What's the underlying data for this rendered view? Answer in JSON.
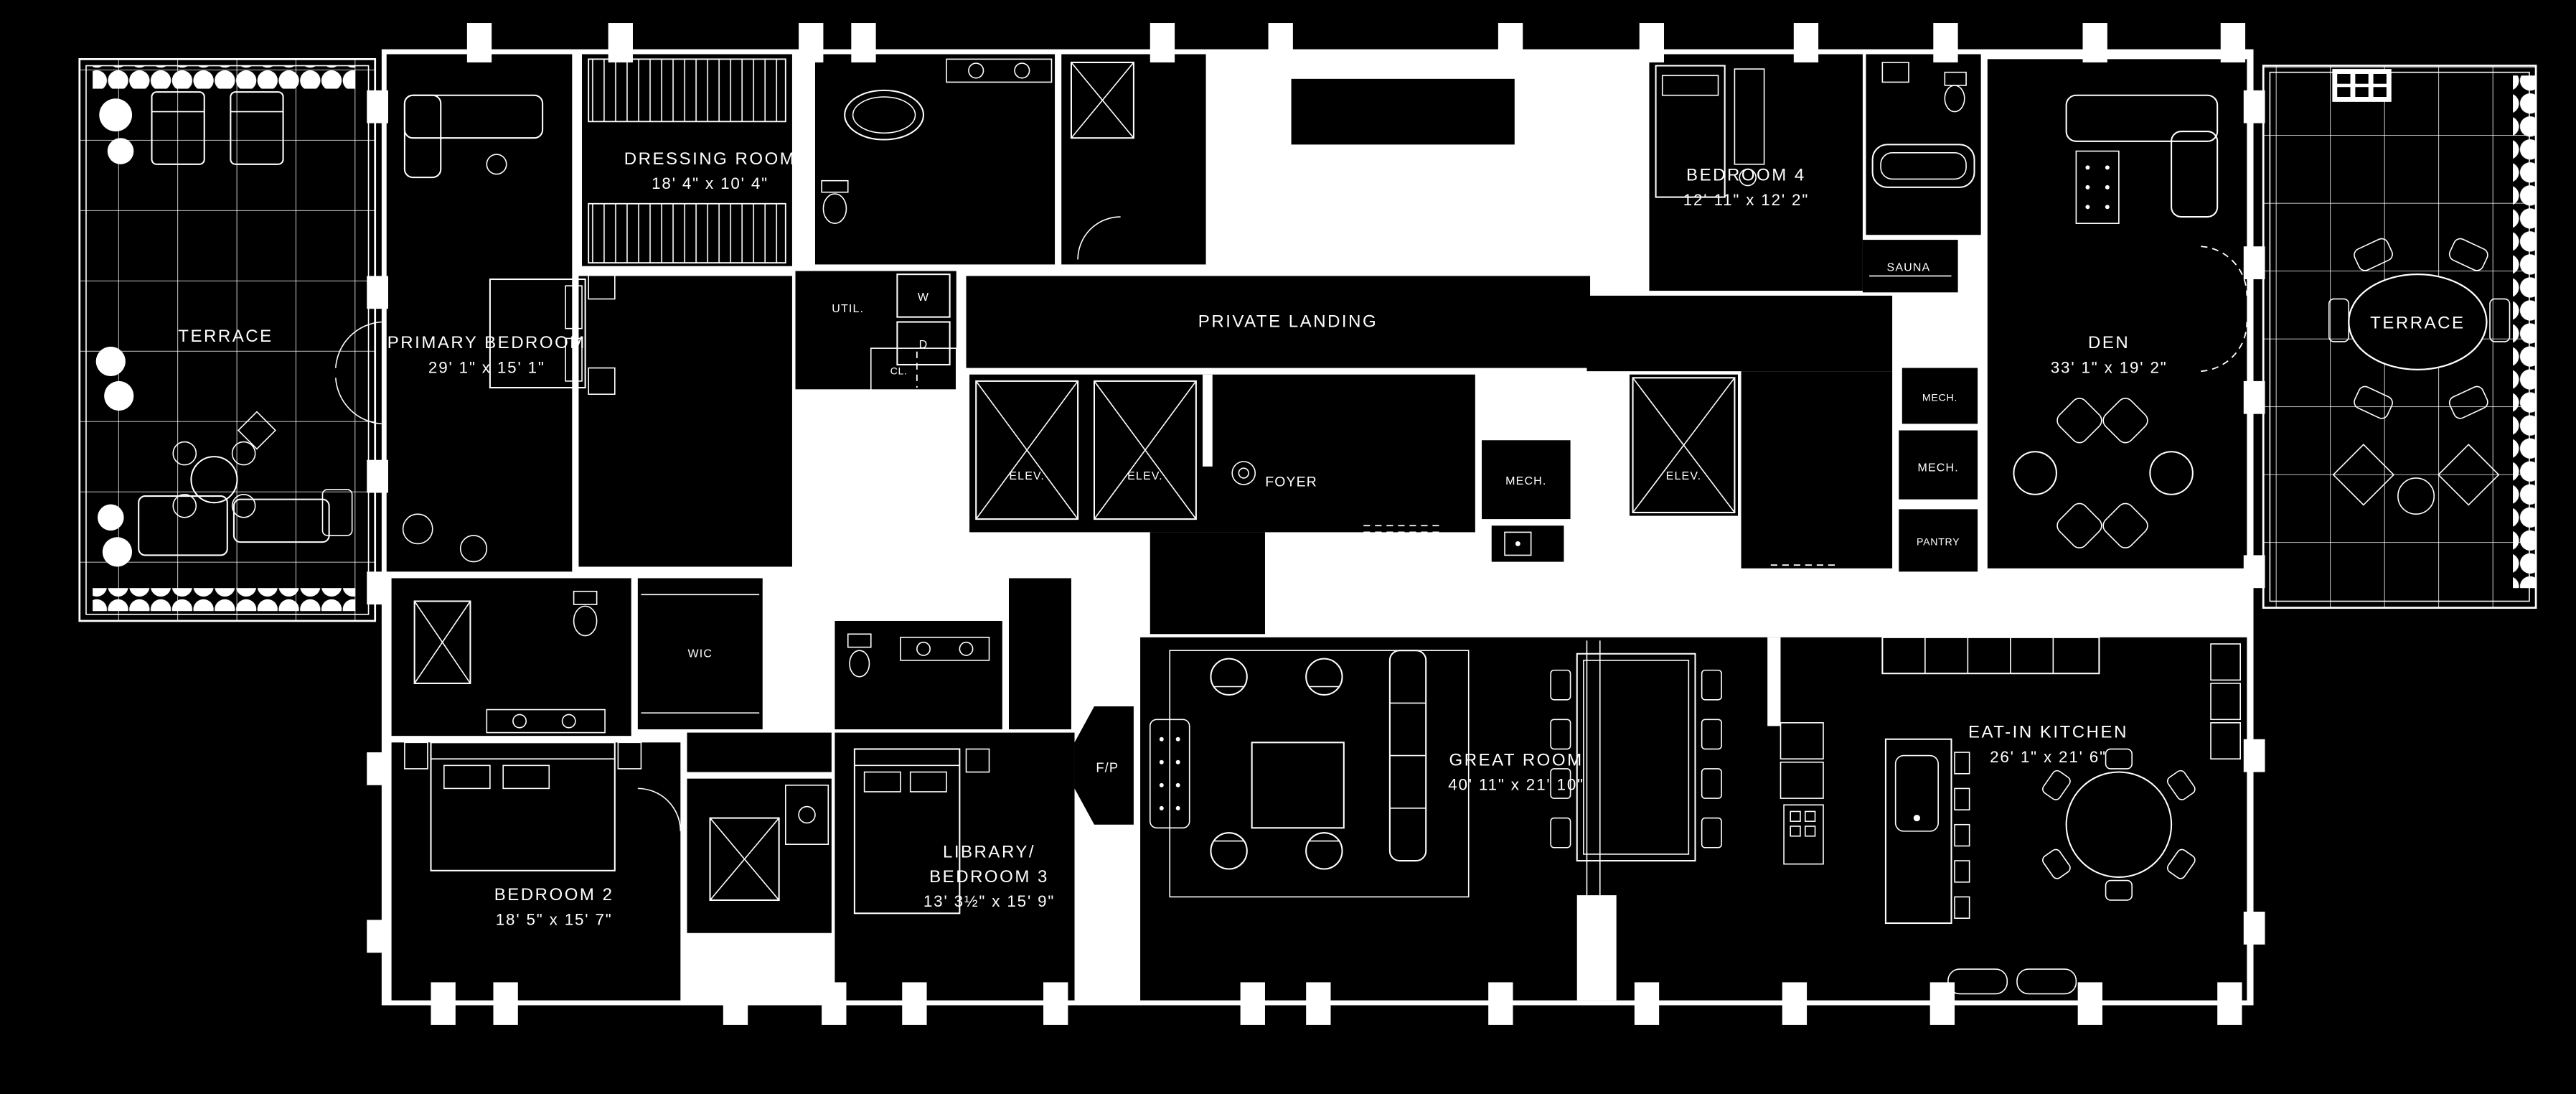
{
  "colors": {
    "background": "#000000",
    "line": "#ffffff"
  },
  "rooms": {
    "terrace_left": {
      "name": "TERRACE"
    },
    "primary_bedroom": {
      "name": "PRIMARY BEDROOM",
      "dims": "29' 1\" x 15' 1\""
    },
    "dressing_room": {
      "name": "DRESSING ROOM",
      "dims": "18' 4\" x 10' 4\""
    },
    "utility": {
      "name": "UTIL."
    },
    "washer": {
      "name": "W"
    },
    "dryer": {
      "name": "D"
    },
    "closet": {
      "name": "CL."
    },
    "private_landing": {
      "name": "PRIVATE LANDING"
    },
    "elevator": {
      "name": "ELEV."
    },
    "foyer": {
      "name": "FOYER"
    },
    "mech": {
      "name": "MECH."
    },
    "pantry": {
      "name": "PANTRY"
    },
    "bedroom4": {
      "name": "BEDROOM 4",
      "dims": "12' 11\" x 12' 2\""
    },
    "sauna": {
      "name": "SAUNA"
    },
    "den": {
      "name": "DEN",
      "dims": "33' 1\" x 19' 2\""
    },
    "terrace_right": {
      "name": "TERRACE"
    },
    "wic": {
      "name": "WIC"
    },
    "bedroom2": {
      "name": "BEDROOM 2",
      "dims": "18' 5\" x 15' 7\""
    },
    "library_bedroom3": {
      "line1": "LIBRARY/",
      "line2": "BEDROOM 3",
      "dims": "13' 3½\" x 15' 9\""
    },
    "fireplace": {
      "name": "F/P"
    },
    "great_room": {
      "name": "GREAT ROOM",
      "dims": "40' 11\" x 21' 10\""
    },
    "eat_in_kitchen": {
      "name": "EAT-IN KITCHEN",
      "dims": "26' 1\" x 21' 6\""
    }
  }
}
